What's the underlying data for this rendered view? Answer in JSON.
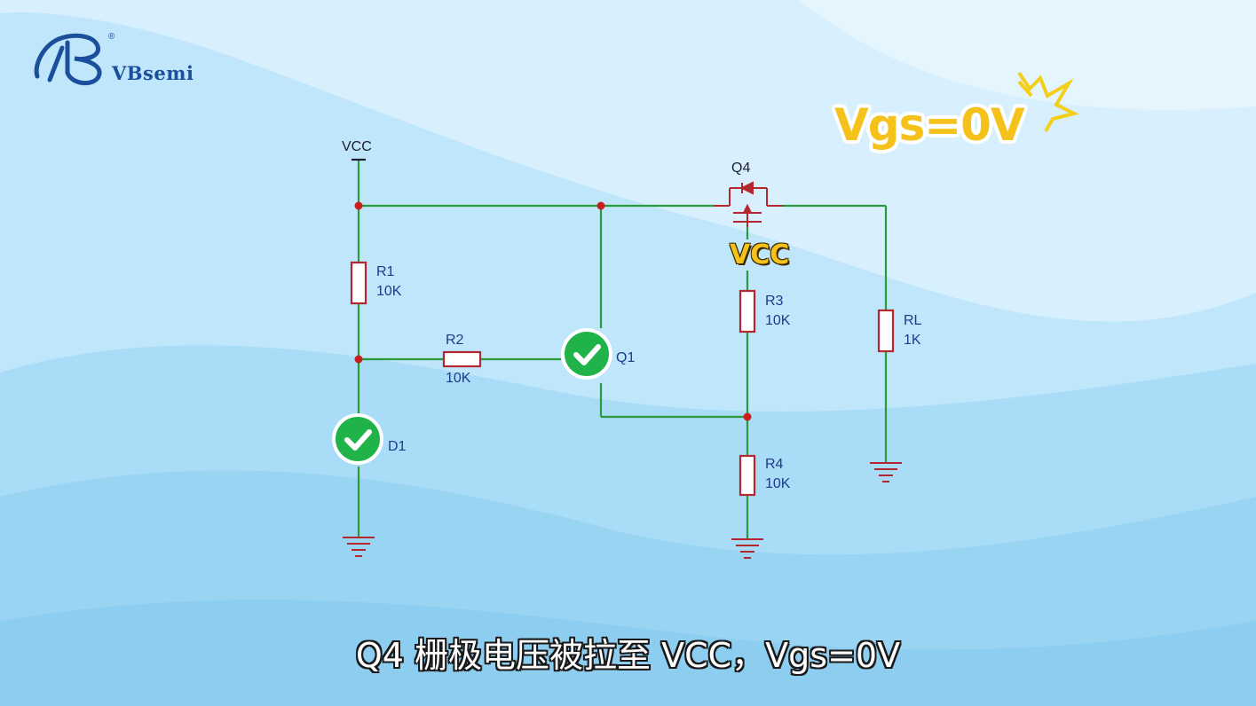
{
  "brand": {
    "name": "VBsemi",
    "registered": "®"
  },
  "callout": "Vgs=0V",
  "highlight_label": "VCC",
  "subtitle": "Q4 栅极电压被拉至 VCC，Vgs=0V",
  "colors": {
    "wire": "#2a9a3a",
    "node": "#c81e1e",
    "component": "#b5272e",
    "check": "#1fb34a",
    "label": "#1f3a8a",
    "callout_fill": "#f5c21c",
    "callout_stroke": "#b8141d"
  },
  "circuit": {
    "vcc": "VCC",
    "r1": {
      "name": "R1",
      "value": "10K"
    },
    "r2": {
      "name": "R2",
      "value": "10K"
    },
    "r3": {
      "name": "R3",
      "value": "10K"
    },
    "r4": {
      "name": "R4",
      "value": "10K"
    },
    "rl": {
      "name": "RL",
      "value": "1K"
    },
    "q1": "Q1",
    "q4": "Q4",
    "d1": "D1"
  },
  "icons": [
    "check-icon",
    "ground-icon",
    "spark-icon",
    "logo-icon"
  ]
}
